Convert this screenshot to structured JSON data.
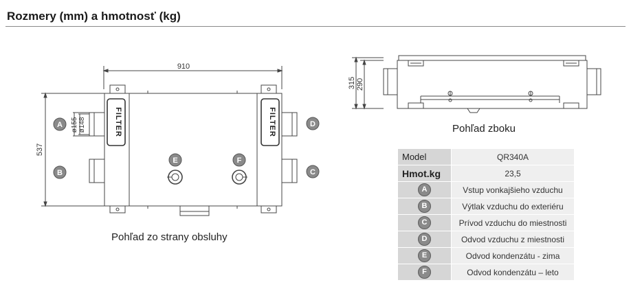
{
  "header": {
    "title": "Rozmery (mm) a hmotnosť (kg)"
  },
  "front_view": {
    "caption": "Pohľad zo strany obsluhy",
    "dim_width": "910",
    "dim_height": "537",
    "dim_duct_outer": "ø155",
    "dim_duct_inner": "ø148",
    "filter_text": "FILTER",
    "markers": {
      "a": "A",
      "b": "B",
      "c": "C",
      "d": "D",
      "e": "E",
      "f": "F"
    }
  },
  "side_view": {
    "caption": "Pohľad zboku",
    "dim_total_height": "315",
    "dim_body_height": "290"
  },
  "spec_table": {
    "model_label": "Model",
    "model_value": "QR340A",
    "weight_label": "Hmot.kg",
    "weight_value": "23,5",
    "legend": [
      {
        "letter": "A",
        "text": "Vstup vonkajšieho vzduchu"
      },
      {
        "letter": "B",
        "text": "Výtlak vzduchu do exteriéru"
      },
      {
        "letter": "C",
        "text": "Prívod vzduchu do miestnosti"
      },
      {
        "letter": "D",
        "text": "Odvod vzduchu z miestnosti"
      },
      {
        "letter": "E",
        "text": "Odvod kondenzátu - zima"
      },
      {
        "letter": "F",
        "text": "Odvod kondenzátu – leto"
      }
    ]
  },
  "colors": {
    "line": "#444444",
    "badge": "#8a8a8a",
    "table_key": "#d6d6d6",
    "table_value": "#efefef"
  }
}
